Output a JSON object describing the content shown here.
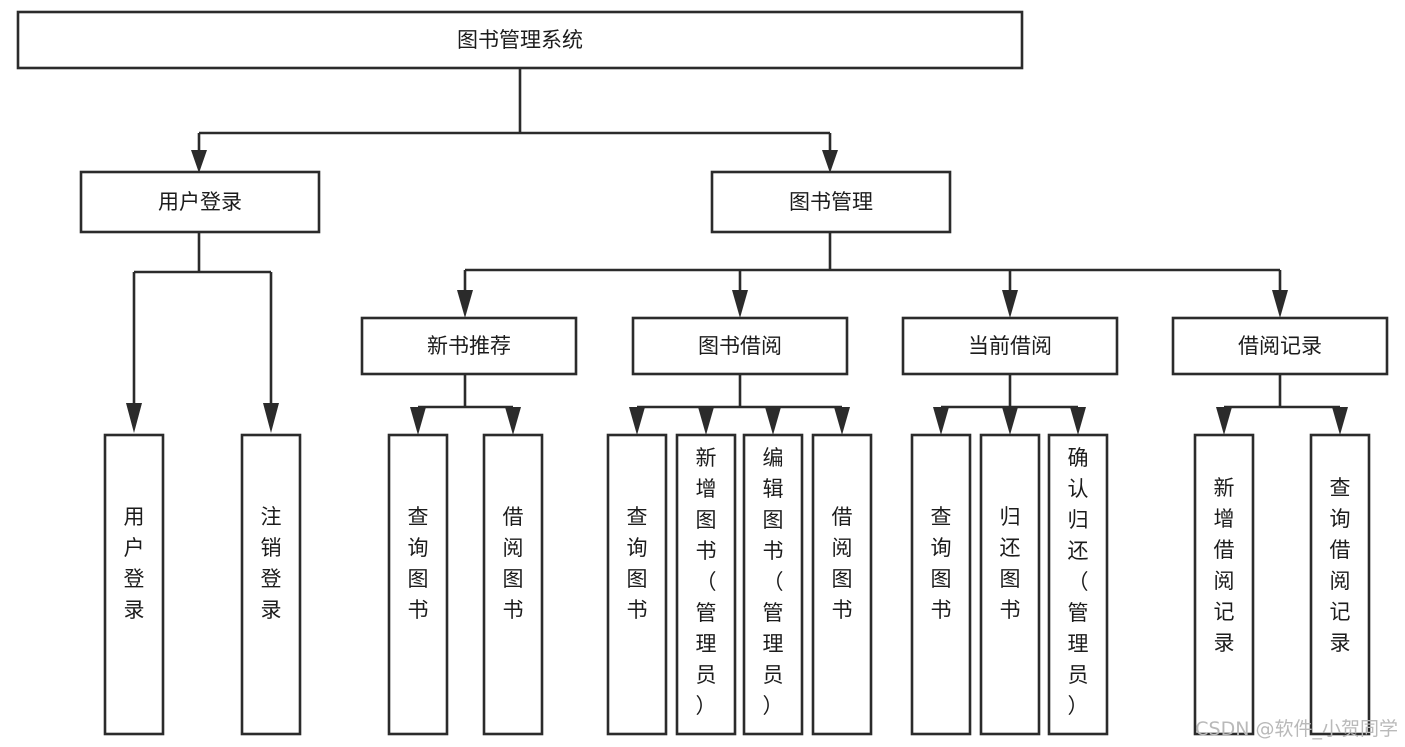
{
  "diagram": {
    "title": "图书管理系统",
    "type": "tree-hierarchy-chart",
    "root": {
      "id": "root",
      "label": "图书管理系统"
    },
    "level2": [
      {
        "id": "user-login",
        "label": "用户登录"
      },
      {
        "id": "book-manage",
        "label": "图书管理"
      }
    ],
    "level3": [
      {
        "id": "new-book-recommend",
        "label": "新书推荐",
        "parent": "book-manage"
      },
      {
        "id": "book-borrow",
        "label": "图书借阅",
        "parent": "book-manage"
      },
      {
        "id": "current-borrow",
        "label": "当前借阅",
        "parent": "book-manage"
      },
      {
        "id": "borrow-record",
        "label": "借阅记录",
        "parent": "book-manage"
      }
    ],
    "leaves": {
      "user-login": [
        {
          "id": "leaf-user-login",
          "label": "用户登录"
        },
        {
          "id": "leaf-user-logout",
          "label": "注销登录"
        }
      ],
      "new-book-recommend": [
        {
          "id": "leaf-query-book-1",
          "label": "查询图书"
        },
        {
          "id": "leaf-borrow-book-1",
          "label": "借阅图书"
        }
      ],
      "book-borrow": [
        {
          "id": "leaf-query-book-2",
          "label": "查询图书"
        },
        {
          "id": "leaf-add-book",
          "label": "新增图书（管理员）"
        },
        {
          "id": "leaf-edit-book",
          "label": "编辑图书（管理员）"
        },
        {
          "id": "leaf-borrow-book-2",
          "label": "借阅图书"
        }
      ],
      "current-borrow": [
        {
          "id": "leaf-query-book-3",
          "label": "查询图书"
        },
        {
          "id": "leaf-return-book",
          "label": "归还图书"
        },
        {
          "id": "leaf-confirm-return",
          "label": "确认归还（管理员）"
        }
      ],
      "borrow-record": [
        {
          "id": "leaf-add-record",
          "label": "新增借阅记录"
        },
        {
          "id": "leaf-query-record",
          "label": "查询借阅记录"
        }
      ]
    },
    "colors": {
      "stroke": "#2b2b2b",
      "fill": "#ffffff",
      "text": "#1c1c1c",
      "watermark": "#b9b9b9",
      "background": "#ffffff"
    }
  },
  "watermark": {
    "text": "CSDN @软件_小贺同学"
  }
}
